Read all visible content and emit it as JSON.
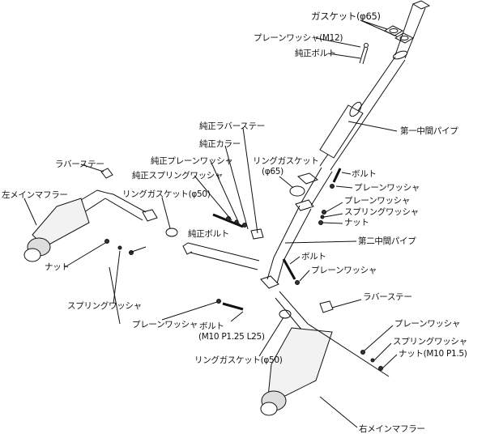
{
  "labels": {
    "gasket_65": "ガスケット(φ65)",
    "plain_washer_m12": "プレーンワッシャ(M12)",
    "oem_bolt_top": "純正ボルト",
    "first_mid_pipe": "第一中間パイプ",
    "oem_rubber_stay": "純正ラバーステー",
    "oem_collar": "純正カラー",
    "oem_plain_washer": "純正プレーンワッシャ",
    "oem_spring_washer": "純正スプリングワッシャ",
    "ring_gasket_65_a": "リングガスケット",
    "ring_gasket_65_b": "(φ65)",
    "rubber_stay_left": "ラバーステー",
    "left_main_muffler": "左メインマフラー",
    "ring_gasket_50_left": "リングガスケット(φ50)",
    "bolt_upper": "ボルト",
    "plain_washer_upper": "プレーンワッシャ",
    "plain_washer_mid": "プレーンワッシャ",
    "spring_washer_mid": "スプリングワッシャ",
    "nut_mid": "ナット",
    "oem_bolt_mid": "純正ボルト",
    "second_mid_pipe": "第二中間パイプ",
    "bolt_center": "ボルト",
    "plain_washer_center": "プレーンワッシャ",
    "nut_left": "ナット",
    "spring_washer_left": "スプリングワッシャ",
    "rubber_stay_right": "ラバーステー",
    "plain_washer_left": "プレーンワッシャ",
    "bolt_m10": "ボルト",
    "bolt_m10_spec": "(M10 P1.25 L25)",
    "plain_washer_right": "プレーンワッシャ",
    "spring_washer_right": "スプリングワッシャ",
    "nut_m10": "ナット(M10 P1.5)",
    "ring_gasket_50_center": "リングガスケット(φ50)",
    "right_main_muffler": "右メインマフラー"
  }
}
